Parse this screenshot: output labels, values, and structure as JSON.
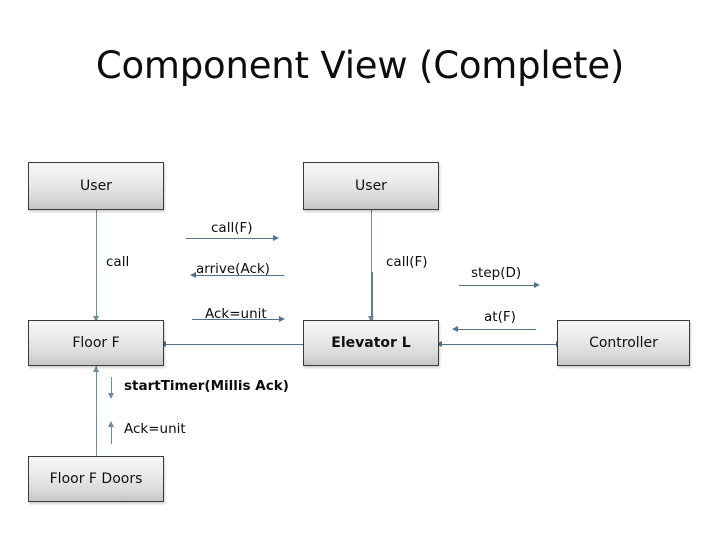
{
  "slide": {
    "title": "Component View (Complete)",
    "background_color": "#ffffff",
    "box_border_color": "#3a3a3a",
    "connector_color": "#54718a",
    "text_color": "#0d0d0d"
  },
  "components": [
    {
      "id": "user-top-left",
      "label": "User"
    },
    {
      "id": "user-top-middle",
      "label": "User"
    },
    {
      "id": "floor-f",
      "label": "Floor F"
    },
    {
      "id": "elevator-l",
      "label": "Elevator L"
    },
    {
      "id": "controller",
      "label": "Controller"
    },
    {
      "id": "floor-f-doors",
      "label": "Floor F Doors"
    }
  ],
  "messages": [
    {
      "id": "call-f-top",
      "label": "call(F)",
      "direction": "right"
    },
    {
      "id": "call-left",
      "label": "call",
      "direction": "down"
    },
    {
      "id": "arrive-ack",
      "label": "arrive(Ack)",
      "direction": "left"
    },
    {
      "id": "call-f-middle",
      "label": "call(F)",
      "direction": "down"
    },
    {
      "id": "step-d",
      "label": "step(D)",
      "direction": "right"
    },
    {
      "id": "ack-unit-top",
      "label": "Ack=unit",
      "direction": "right"
    },
    {
      "id": "at-f",
      "label": "at(F)",
      "direction": "left"
    },
    {
      "id": "start-timer",
      "label": "startTimer(Millis Ack)",
      "direction": "down"
    },
    {
      "id": "ack-unit-bottom",
      "label": "Ack=unit",
      "direction": "up"
    }
  ]
}
